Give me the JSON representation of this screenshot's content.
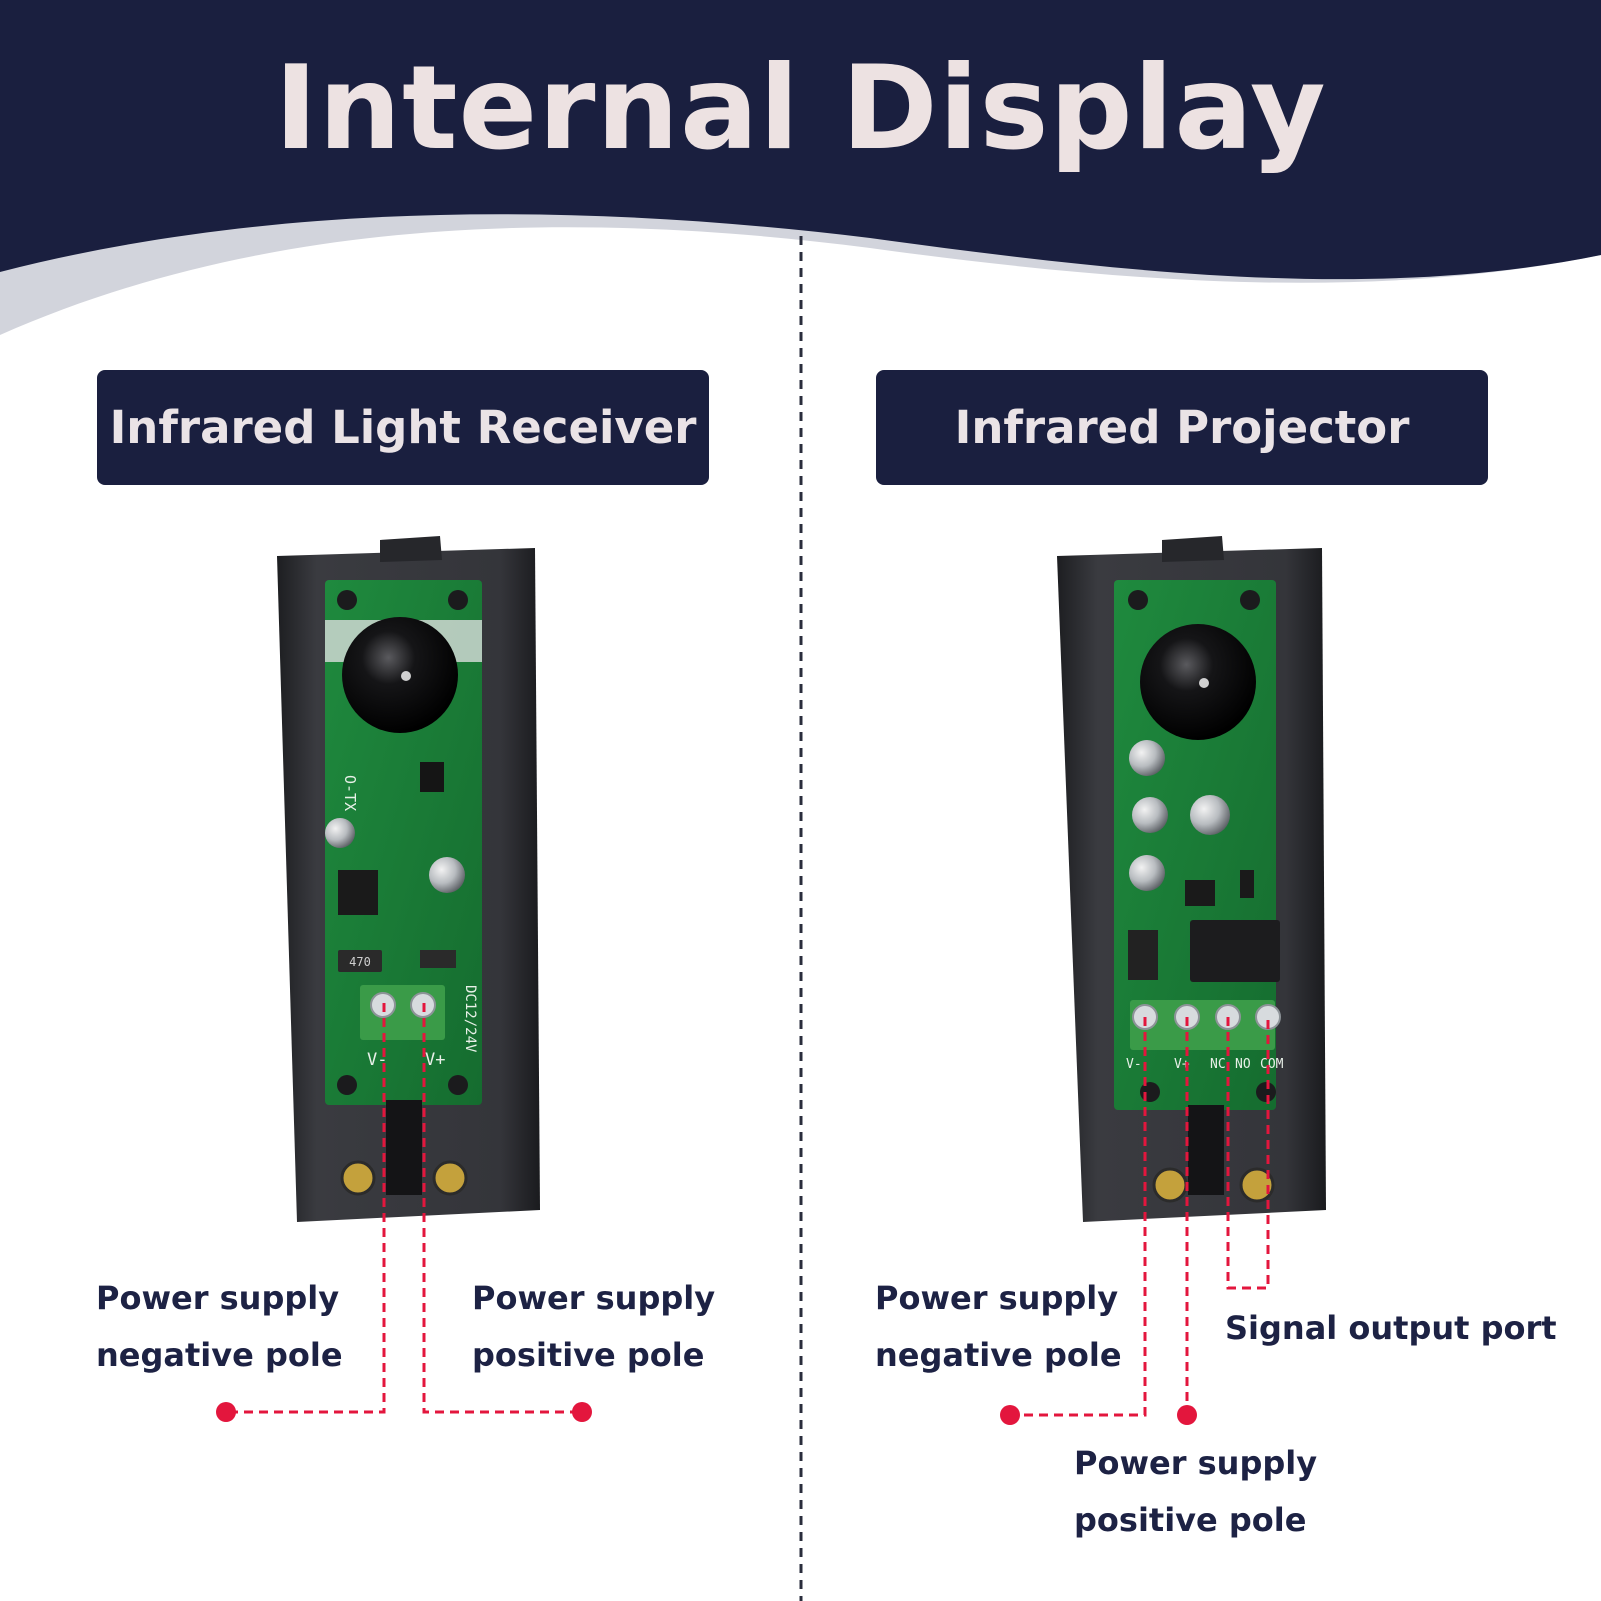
{
  "header": {
    "title": "Internal Display"
  },
  "panels": [
    {
      "badge": "Infrared Light Receiver",
      "pcb_markings": {
        "model": "O-TX",
        "resistor": "470",
        "voltage": "DC12/24V",
        "terminals": [
          "V-",
          "V+"
        ]
      },
      "callouts": [
        {
          "line1": "Power supply",
          "line2": "negative pole"
        },
        {
          "line1": "Power supply",
          "line2": "positive pole"
        }
      ]
    },
    {
      "badge": "Infrared Projector",
      "pcb_markings": {
        "terminals": [
          "V-",
          "V+",
          "NC",
          "NO",
          "COM"
        ]
      },
      "callouts": [
        {
          "line1": "Power supply",
          "line2": "negative pole"
        },
        {
          "line1": "Power supply",
          "line2": "positive pole"
        },
        {
          "line1": "Signal output port"
        }
      ]
    }
  ],
  "colors": {
    "navy": "#1a1f3f",
    "wave_grey": "#d2d4dc",
    "callout_red": "#e3163d",
    "pcb_green": "#1f8a3e",
    "housing": "#2c2d31"
  },
  "icons": [
    "infrared-lens-icon",
    "terminal-block-icon",
    "screw-icon"
  ]
}
